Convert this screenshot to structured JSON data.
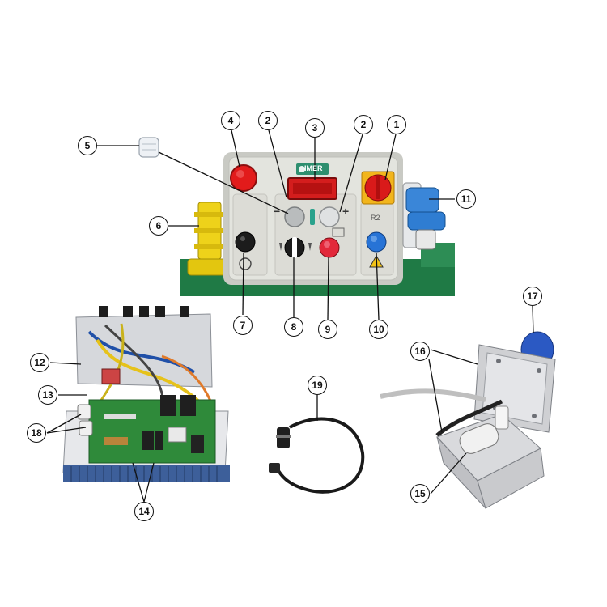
{
  "callouts": [
    "1",
    "2",
    "3",
    "4",
    "5",
    "6",
    "7",
    "8",
    "9",
    "10",
    "11",
    "12",
    "13",
    "14",
    "15",
    "16",
    "17",
    "18",
    "19"
  ],
  "panel": {
    "brand": "IMER",
    "minus_label": "−",
    "plus_label": "+",
    "r2_label": "R2"
  },
  "colors": {
    "panel_face": "#e3e4de",
    "panel_frame": "#c9cac4",
    "stop_red": "#e21b1b",
    "main_switch_yellow": "#f2b51c",
    "plug_blue": "#2e7fd0",
    "plug_yellow": "#f1d21a",
    "display_red": "#d41d1d",
    "pcb_green": "#2f8a3a",
    "heatsink_blue": "#3d5f9a",
    "box_grey": "#cfd0d3",
    "motor_blue": "#2b59c3"
  }
}
